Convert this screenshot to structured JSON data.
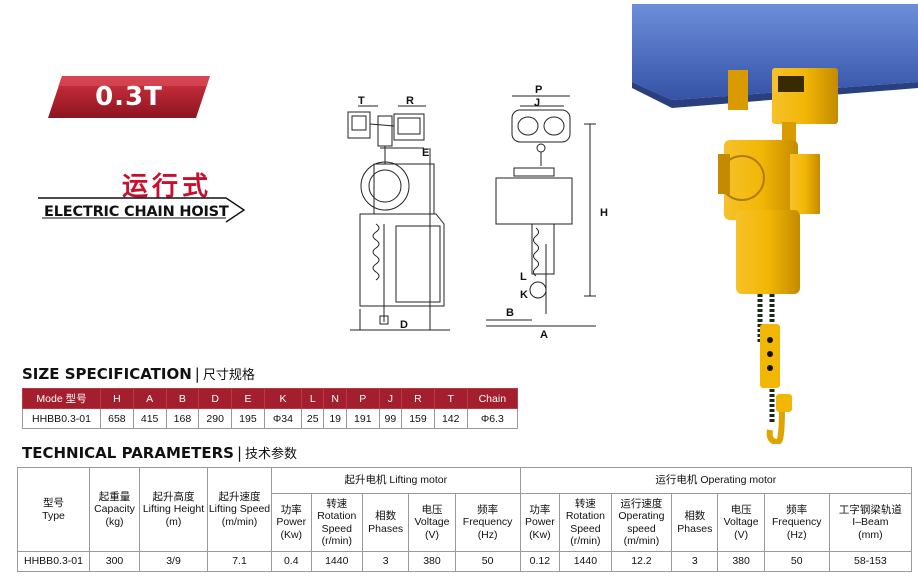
{
  "badge": {
    "capacity": "0.3T"
  },
  "titles": {
    "cn": "运行式",
    "en": "ELECTRIC CHAIN HOIST"
  },
  "drawing_labels": {
    "T": "T",
    "R": "R",
    "E": "E",
    "D": "D",
    "P": "P",
    "J": "J",
    "H": "H",
    "L": "L",
    "K": "K",
    "B": "B",
    "A": "A"
  },
  "size_spec": {
    "heading_en": "SIZE SPECIFICATION",
    "sep": "|",
    "heading_cn": "尺寸规格",
    "headers": [
      "Mode 型号",
      "H",
      "A",
      "B",
      "D",
      "E",
      "K",
      "L",
      "N",
      "P",
      "J",
      "R",
      "T",
      "Chain"
    ],
    "rows": [
      [
        "HHBB0.3-01",
        "658",
        "415",
        "168",
        "290",
        "195",
        "Φ34",
        "25",
        "19",
        "191",
        "99",
        "159",
        "142",
        "Φ6.3"
      ]
    ]
  },
  "tech": {
    "heading_en": "TECHNICAL PARAMETERS",
    "sep": "|",
    "heading_cn": "技术参数",
    "type_cn": "型号",
    "type_en": "Type",
    "capacity_cn": "起重量",
    "capacity_en": "Capacity",
    "capacity_unit": "(kg)",
    "lift_height_cn": "起升高度",
    "lift_height_en": "Lifting Height",
    "lift_height_unit": "(m)",
    "lift_speed_cn": "起升速度",
    "lift_speed_en": "Lifting Speed",
    "lift_speed_unit": "(m/min)",
    "lifting_motor": "起升电机  Lifting motor",
    "operating_motor": "运行电机  Operating motor",
    "power_cn": "功率",
    "power_en": "Power",
    "power_unit": "(Kw)",
    "rot_cn": "转速",
    "rot_en1": "Rotation",
    "rot_en2": "Speed",
    "rot_unit": "(r/min)",
    "phases_cn": "相数",
    "phases_en": "Phases",
    "voltage_cn": "电压",
    "voltage_en": "Voltage",
    "voltage_unit": "(V)",
    "freq_cn": "频率",
    "freq_en": "Frequency",
    "freq_unit": "(Hz)",
    "op_speed_cn": "运行速度",
    "op_speed_en1": "Operating",
    "op_speed_en2": "speed",
    "op_speed_unit": "(m/min)",
    "beam_cn": "工字钢梁轨道",
    "beam_en": "I–Beam",
    "beam_unit": "(mm)",
    "row": {
      "type": "HHBB0.3-01",
      "capacity": "300",
      "lift_height": "3/9",
      "lift_speed": "7.1",
      "lm_power": "0.4",
      "lm_rot": "1440",
      "lm_phases": "3",
      "lm_voltage": "380",
      "lm_freq": "50",
      "om_power": "0.12",
      "om_rot": "1440",
      "om_speed": "12.2",
      "om_phases": "3",
      "om_voltage": "380",
      "om_freq": "50",
      "beam": "58-153"
    }
  },
  "colors": {
    "brand_red": "#a31f2d",
    "title_red": "#c8102e",
    "hoist_yellow": "#f2b705",
    "beam_blue": "#4a6fc0"
  }
}
